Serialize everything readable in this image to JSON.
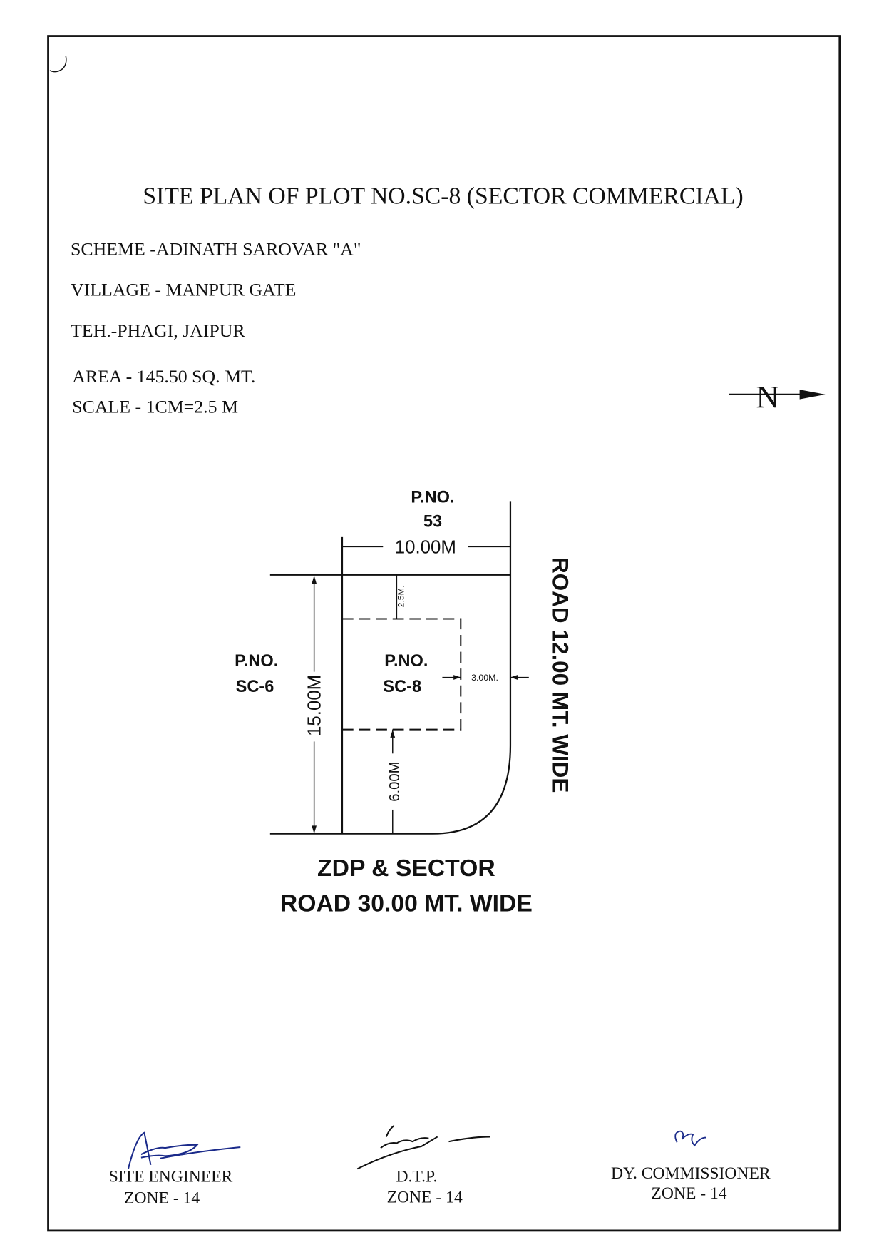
{
  "header": {
    "title": "SITE PLAN OF PLOT NO.SC-8 (SECTOR COMMERCIAL)",
    "scheme": "SCHEME -ADINATH SAROVAR \"A\"",
    "village": "VILLAGE  - MANPUR GATE",
    "tehsil": "TEH.-PHAGI, JAIPUR",
    "area": "AREA  - 145.50  SQ. MT.",
    "scale": "SCALE -  1CM=2.5 M"
  },
  "north_arrow": {
    "label": "N"
  },
  "plan": {
    "north_plot": [
      "P.NO.",
      "53"
    ],
    "west_plot": [
      "P.NO.",
      "SC-6"
    ],
    "subject_plot": [
      "P.NO.",
      "SC-8"
    ],
    "width_dim": "10.00M",
    "length_dim": "15.00M",
    "rear_setback": "2.5M.",
    "side_setback": "3.00M.",
    "front_setback": "6.00M",
    "side_road": "ROAD 12.00 MT. WIDE",
    "front_road": [
      "ZDP & SECTOR",
      "ROAD 30.00 MT. WIDE"
    ]
  },
  "signatures": [
    {
      "title": "SITE ENGINEER",
      "zone": "ZONE - 14"
    },
    {
      "title": "D.T.P.",
      "zone": "ZONE - 14"
    },
    {
      "title": "DY. COMMISSIONER",
      "zone": "ZONE - 14"
    }
  ]
}
